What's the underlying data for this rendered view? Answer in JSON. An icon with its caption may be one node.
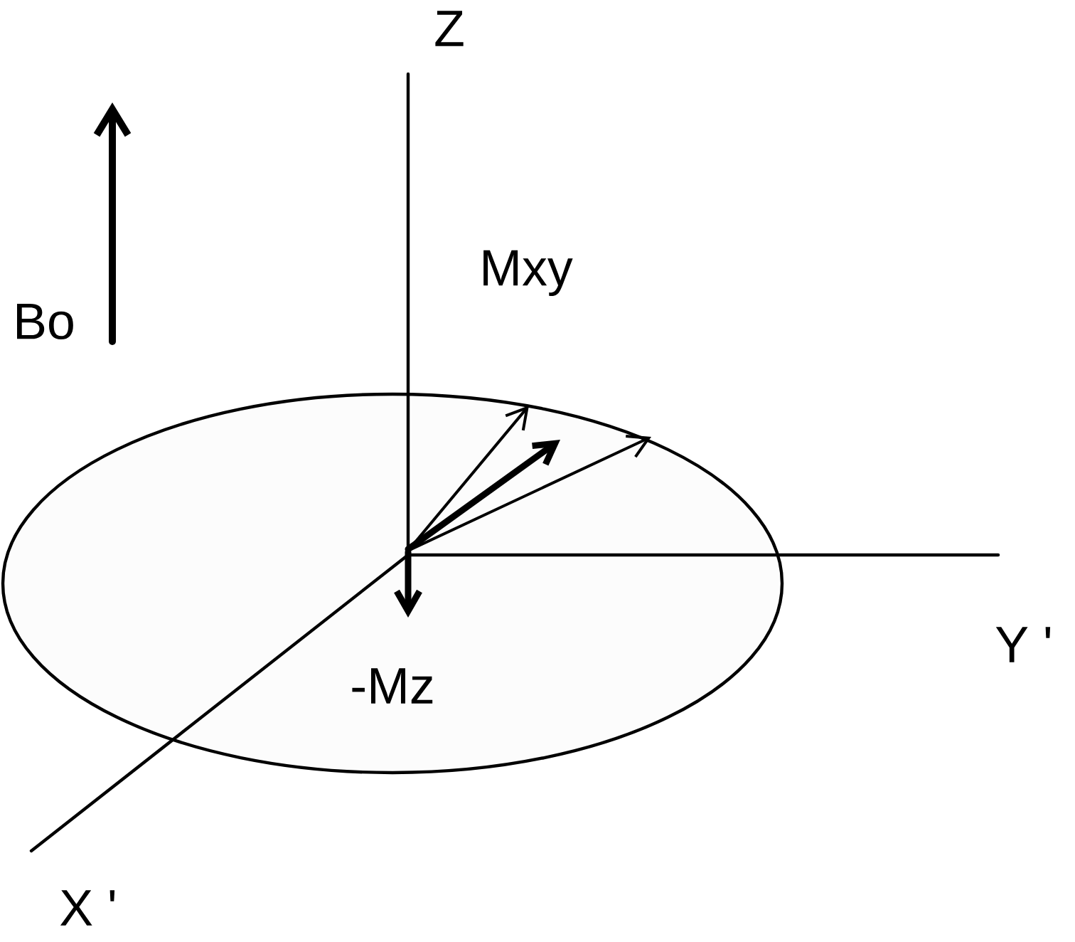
{
  "diagram": {
    "labels": [
      "Z",
      "Mxy",
      "Bo",
      "Y '",
      "-Mz",
      "X '"
    ]
  }
}
